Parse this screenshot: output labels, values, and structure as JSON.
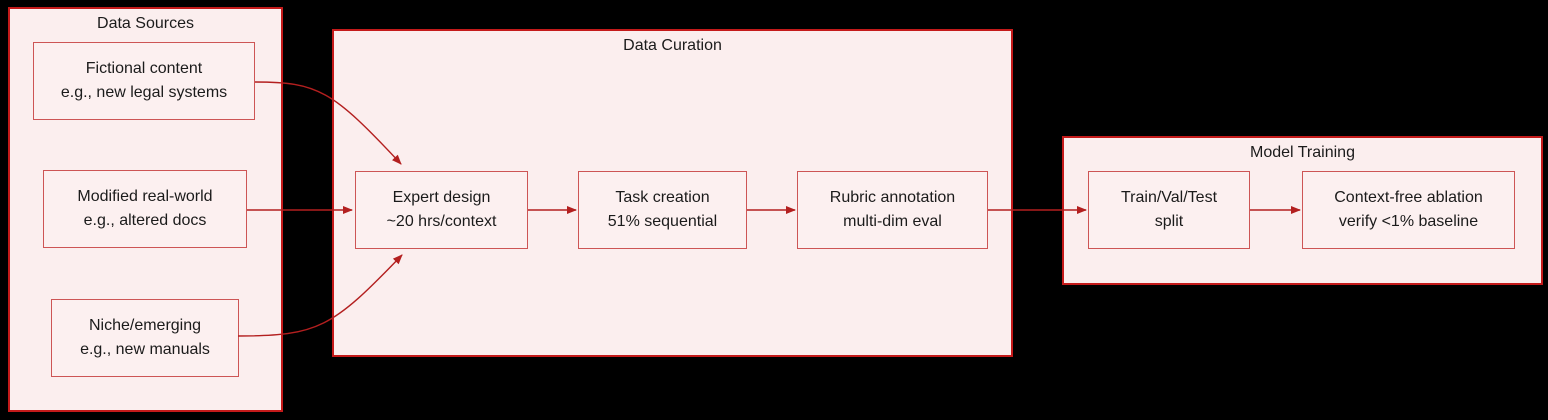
{
  "colors": {
    "background": "#000000",
    "group_fill": "#fbeeee",
    "group_border": "#c41a1a",
    "node_fill": "#fcf0f0",
    "node_border": "#cd5555",
    "arrow": "#b31f1f",
    "text": "#1b1b1b"
  },
  "groups": [
    {
      "title": "Data Sources",
      "nodes": [
        {
          "line1": "Fictional content",
          "line2": "e.g., new legal systems"
        },
        {
          "line1": "Modified real-world",
          "line2": "e.g., altered docs"
        },
        {
          "line1": "Niche/emerging",
          "line2": "e.g., new manuals"
        }
      ]
    },
    {
      "title": "Data Curation",
      "nodes": [
        {
          "line1": "Expert design",
          "line2": "~20 hrs/context"
        },
        {
          "line1": "Task creation",
          "line2": "51% sequential"
        },
        {
          "line1": "Rubric annotation",
          "line2": "multi-dim eval"
        }
      ]
    },
    {
      "title": "Model Training",
      "nodes": [
        {
          "line1": "Train/Val/Test",
          "line2": "split"
        },
        {
          "line1": "Context-free ablation",
          "line2": "verify <1% baseline"
        }
      ]
    }
  ],
  "edges": [
    {
      "from": "Fictional content",
      "to": "Expert design"
    },
    {
      "from": "Modified real-world",
      "to": "Expert design"
    },
    {
      "from": "Niche/emerging",
      "to": "Expert design"
    },
    {
      "from": "Expert design",
      "to": "Task creation"
    },
    {
      "from": "Task creation",
      "to": "Rubric annotation"
    },
    {
      "from": "Rubric annotation",
      "to": "Train/Val/Test"
    },
    {
      "from": "Train/Val/Test",
      "to": "Context-free ablation"
    }
  ]
}
